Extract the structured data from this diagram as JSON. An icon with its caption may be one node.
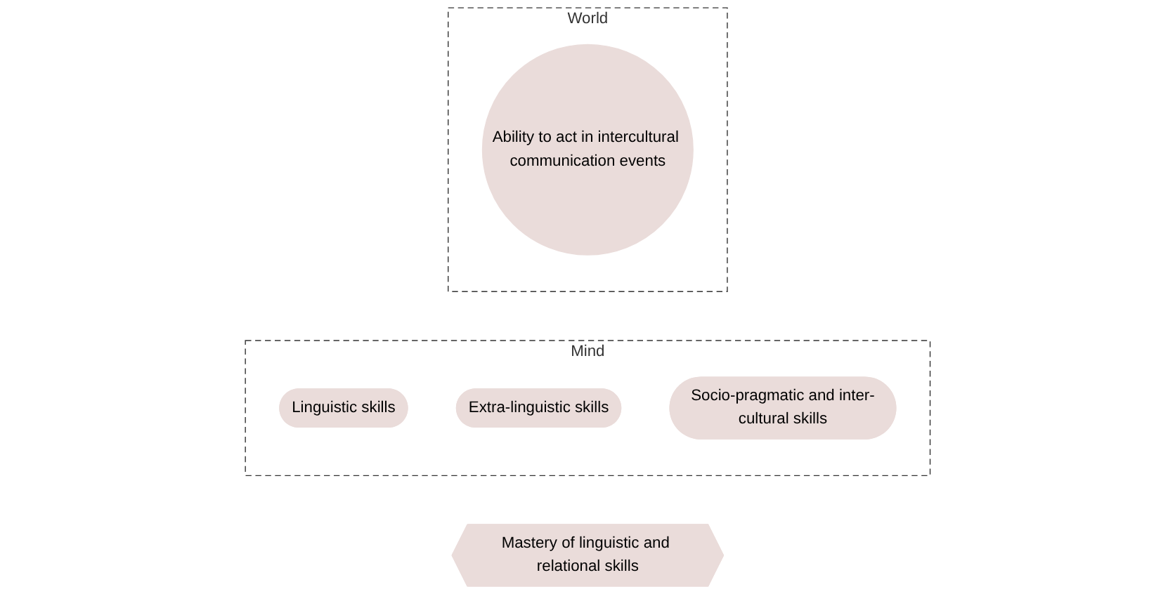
{
  "diagram": {
    "nodes": [
      {
        "text": [
          "Mind"
        ]
      },
      {
        "text": [
          "Linguistic skills"
        ],
        "in": 0
      },
      {
        "text": [
          "Extra-linguistic skills"
        ],
        "in": 0
      },
      {
        "text": [
          "Socio-pragmatic and inter-cultural skills"
        ],
        "in": 0
      },
      {
        "text": [
          "Mastery of linguistic and relational skills"
        ]
      },
      {
        "text": [
          "World"
        ]
      },
      {
        "text": [
          "Ability to act in intercultural communication events"
        ],
        "in": 5
      }
    ]
  }
}
